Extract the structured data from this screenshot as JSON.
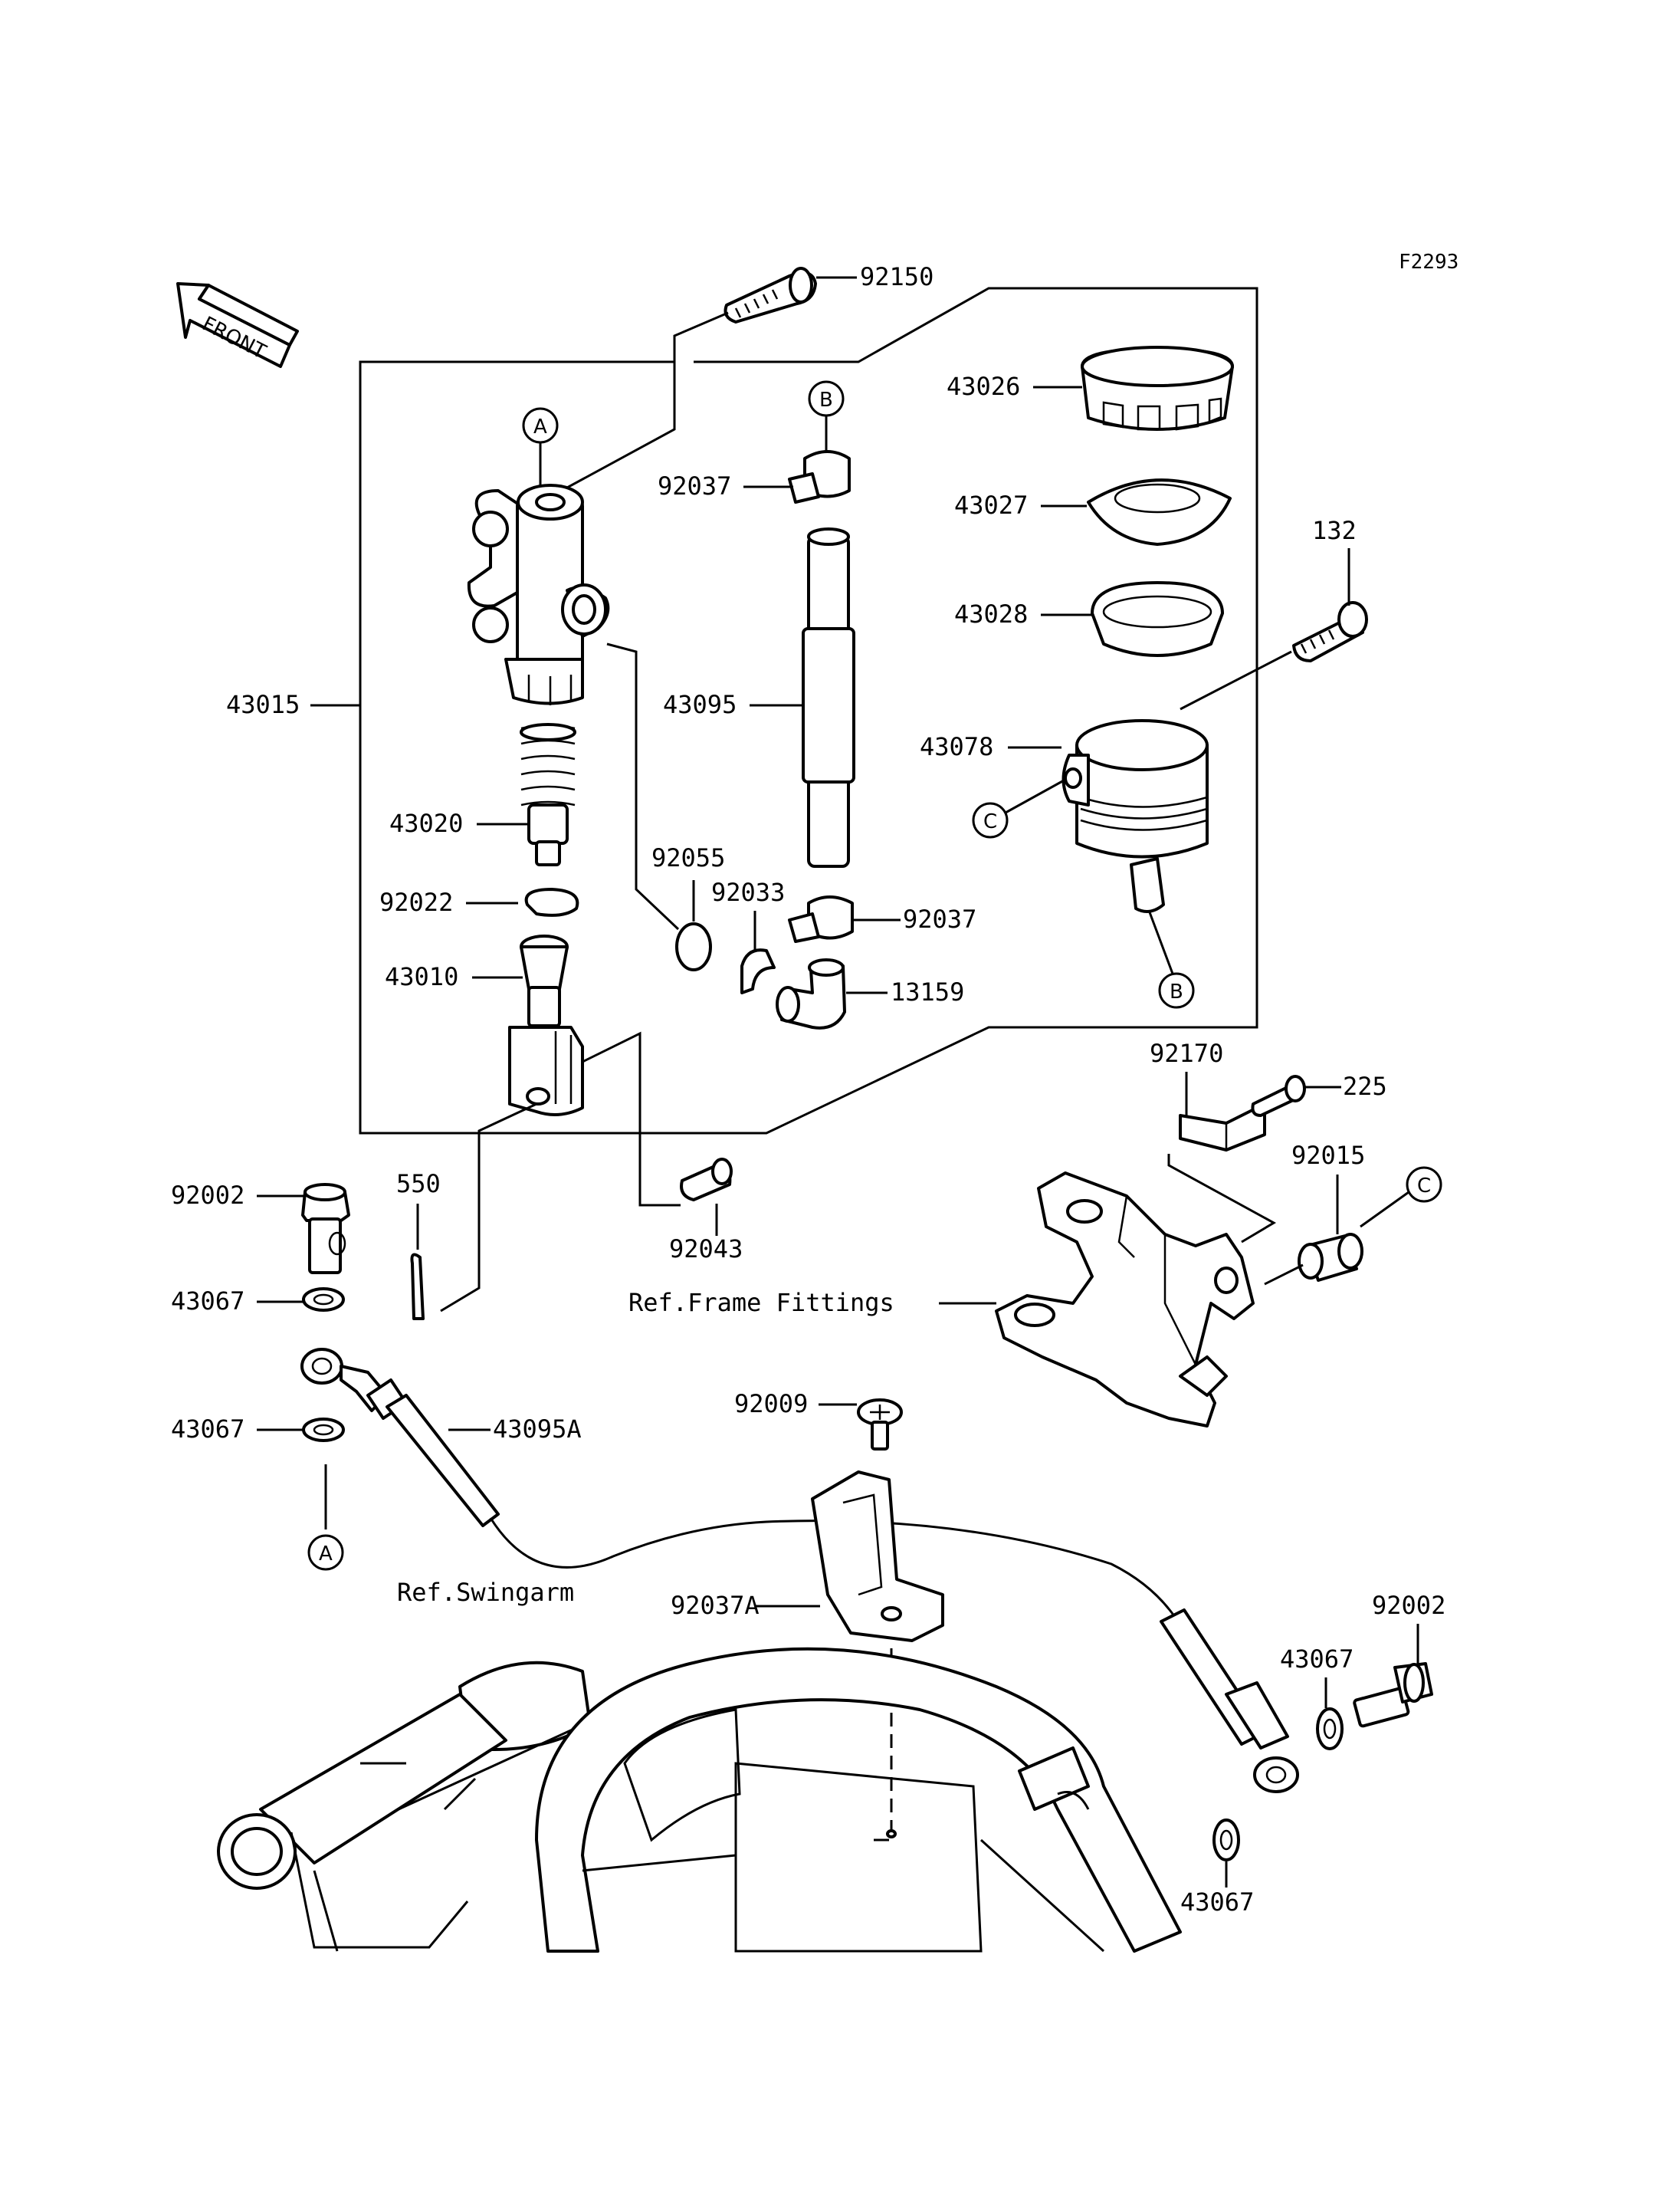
{
  "figure_code": "F2293",
  "front_label": "FRONT",
  "callouts": {
    "A": "A",
    "B": "B",
    "C": "C"
  },
  "parts": {
    "p92150": "92150",
    "p43026": "43026",
    "p43027": "43027",
    "p43028": "43028",
    "p92037_top": "92037",
    "p132": "132",
    "p43015": "43015",
    "p43095": "43095",
    "p43078": "43078",
    "p43020": "43020",
    "p92055": "92055",
    "p92033": "92033",
    "p92037_bot": "92037",
    "p92022": "92022",
    "p43010": "43010",
    "p13159": "13159",
    "p92170": "92170",
    "p225": "225",
    "p92015": "92015",
    "p92002_left": "92002",
    "p550": "550",
    "p92043": "92043",
    "p43067_a": "43067",
    "p43067_b": "43067",
    "p43095A": "43095A",
    "p92009": "92009",
    "p92037A": "92037A",
    "p92002_right": "92002",
    "p43067_c": "43067",
    "p43067_d": "43067"
  },
  "references": {
    "frame_fittings": "Ref.Frame Fittings",
    "swingarm": "Ref.Swingarm"
  }
}
